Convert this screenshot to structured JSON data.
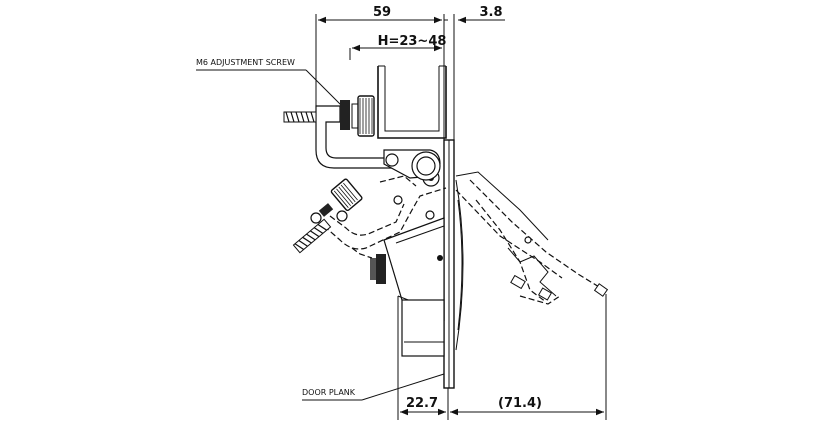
{
  "dimensions": {
    "top_overall": "59",
    "top_right": "3.8",
    "height_range": "H=23~48",
    "bottom_left": "22.7",
    "bottom_right": "(71.4)"
  },
  "callouts": {
    "adjust_screw": "M6 ADJUSTMENT SCREW",
    "door_plank": "DOOR PLANK"
  }
}
